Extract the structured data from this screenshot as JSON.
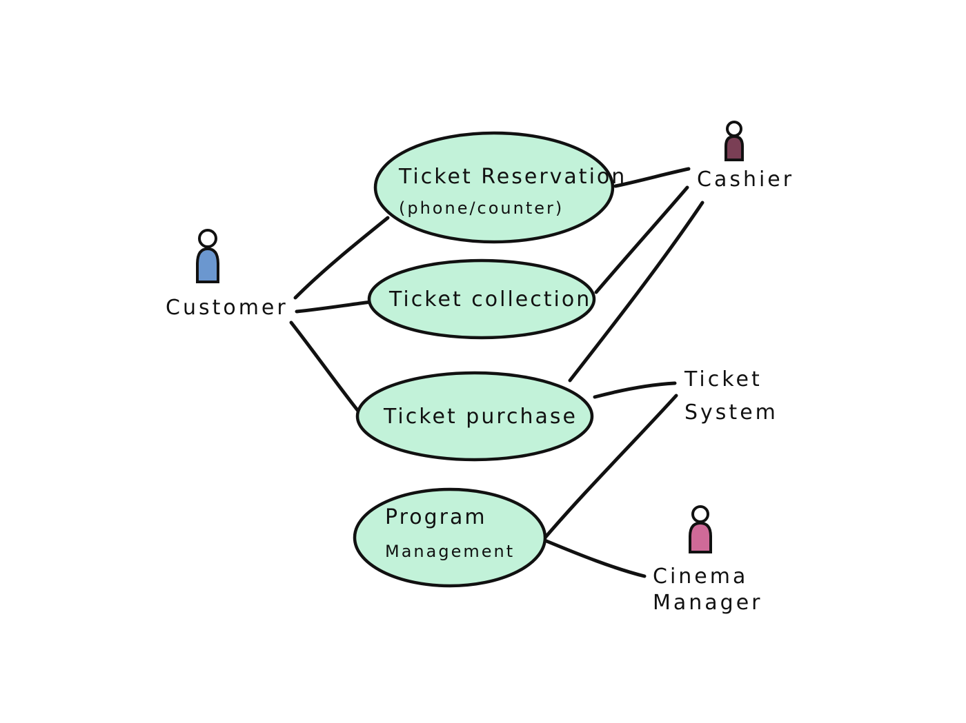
{
  "colors": {
    "use_case_fill": "#c2f2d9",
    "stroke": "#111111",
    "customer": "#6b97cf",
    "cashier": "#7a3f55",
    "cinema_manager": "#cf6a98"
  },
  "actors": {
    "customer": {
      "label": "Customer",
      "icon": "person-icon"
    },
    "cashier": {
      "label": "Cashier",
      "icon": "person-icon"
    },
    "ticket_system": {
      "line1": "Ticket",
      "line2": "System"
    },
    "cinema_manager": {
      "line1": "Cinema",
      "line2": "Manager",
      "icon": "person-icon"
    }
  },
  "use_cases": {
    "reservation": {
      "line1": "Ticket Reservation",
      "line2": "(phone/counter)"
    },
    "collection": {
      "label": "Ticket collection"
    },
    "purchase": {
      "label": "Ticket purchase"
    },
    "program": {
      "line1": "Program",
      "line2": "Management"
    }
  }
}
